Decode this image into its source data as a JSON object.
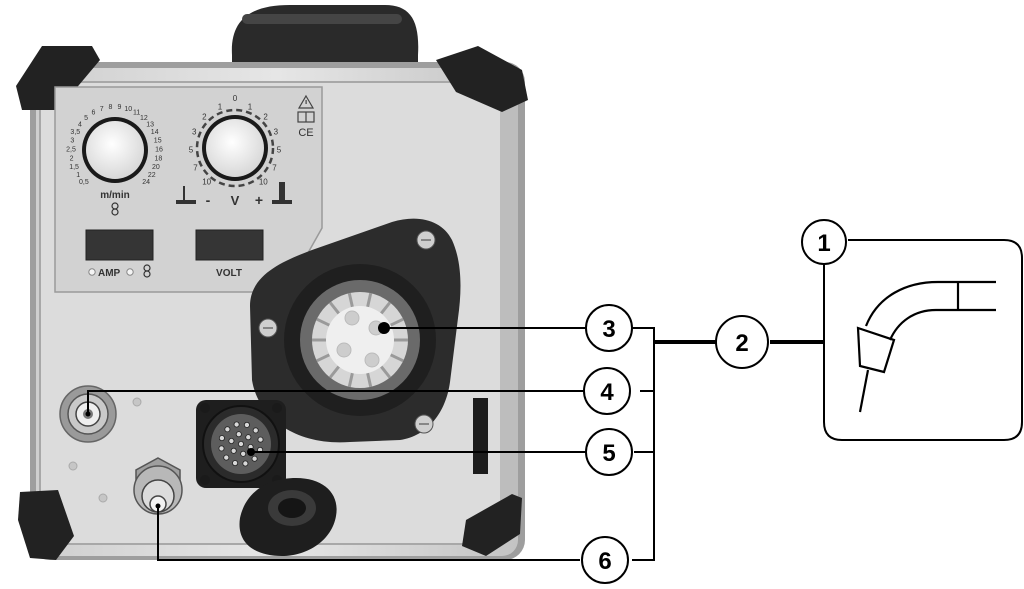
{
  "panel": {
    "wire_speed_unit": "m/min",
    "voltage_symbol": "V",
    "voltage_minus": "-",
    "voltage_plus": "+",
    "display_left_label": "AMP",
    "display_right_label": "VOLT",
    "ce_mark": "CE",
    "wire_speed_scale": [
      "0,5",
      "1",
      "1,5",
      "2",
      "2,5",
      "3",
      "3,5",
      "4",
      "5",
      "6",
      "7",
      "8",
      "9",
      "10",
      "11",
      "12",
      "13",
      "14",
      "15",
      "16",
      "18",
      "20",
      "22",
      "24"
    ],
    "voltage_scale_left": [
      "10",
      "7",
      "5",
      "3",
      "2",
      "1"
    ],
    "voltage_scale_top": "0",
    "voltage_scale_right": [
      "1",
      "2",
      "3",
      "5",
      "7",
      "10"
    ]
  },
  "callouts": [
    "1",
    "2",
    "3",
    "4",
    "5",
    "6"
  ]
}
